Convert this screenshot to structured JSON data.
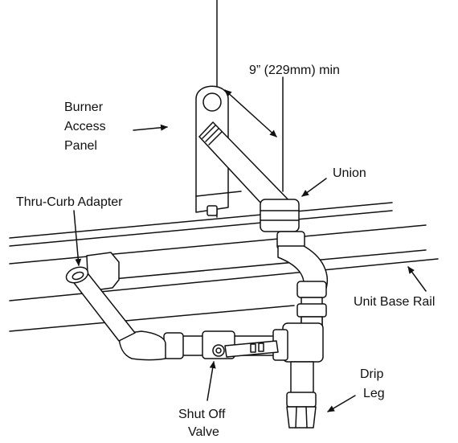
{
  "labels": {
    "clearance": "9” (229mm) min",
    "burner_line1": "Burner",
    "burner_line2": "Access",
    "burner_line3": "Panel",
    "union": "Union",
    "thru_curb": "Thru-Curb Adapter",
    "unit_base_rail": "Unit Base Rail",
    "drip_line1": "Drip",
    "drip_line2": "Leg",
    "shutoff_line1": "Shut Off",
    "shutoff_line2": "Valve"
  },
  "colors": {
    "line": "#111111",
    "fill": "#ffffff"
  }
}
